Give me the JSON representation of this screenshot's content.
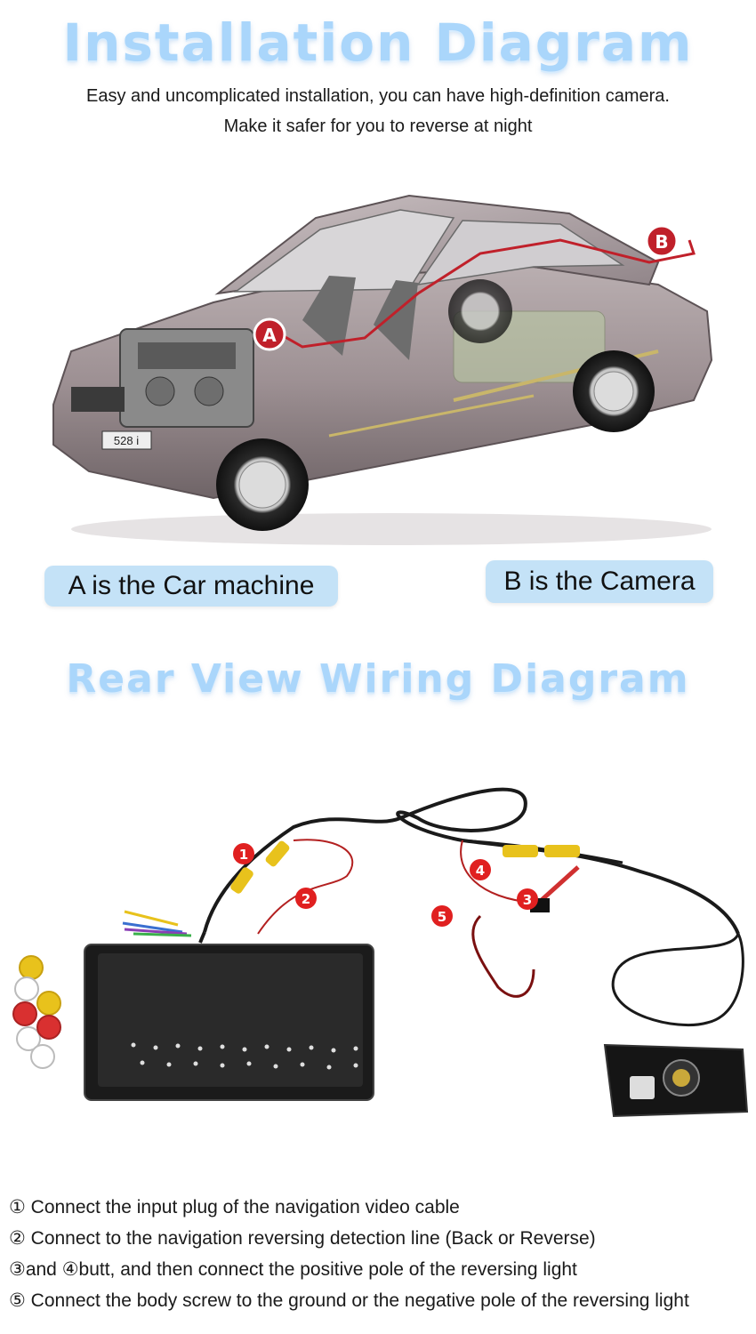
{
  "header": {
    "title": "Installation Diagram",
    "subtitle_line1": "Easy and uncomplicated installation, you can have high-definition camera.",
    "subtitle_line2": "Make it safer for you to reverse at night"
  },
  "car_diagram": {
    "marker_a": "A",
    "marker_b": "B",
    "plate": "528 i",
    "wire_color": "#c0202a"
  },
  "legend": {
    "a_label": "A is the Car machine",
    "b_label": "B is the Camera",
    "pill_color": "#c4e2f7"
  },
  "wiring": {
    "title": "Rear View Wiring Diagram",
    "markers": [
      "1",
      "2",
      "3",
      "4",
      "5"
    ],
    "marker_color": "#e02020"
  },
  "steps": [
    {
      "text": "① Connect the input plug of the navigation video cable"
    },
    {
      "text": "② Connect to the navigation reversing detection line (Back or Reverse)"
    },
    {
      "text": "③and ④butt, and then connect the positive pole of the reversing light"
    },
    {
      "text": "⑤ Connect the body screw to the ground or the negative pole of the reversing light"
    }
  ],
  "colors": {
    "title_blue": "#aad6fb",
    "body_text": "#1a1a1a"
  }
}
